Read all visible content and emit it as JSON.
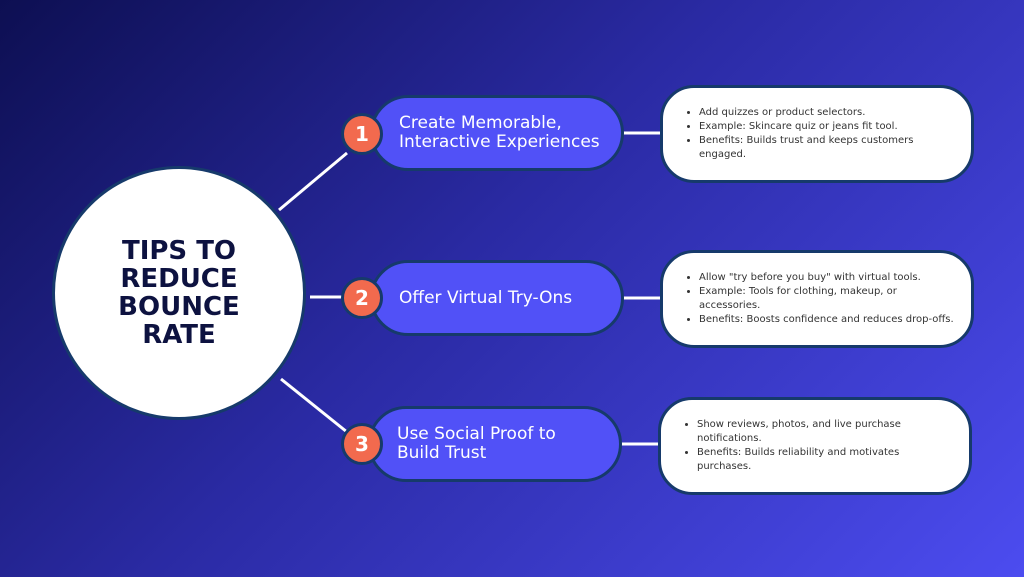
{
  "colors": {
    "background_start": "#0d0f52",
    "background_end": "#4c4cf0",
    "pill": "#5151f7",
    "badge": "#f26a4e",
    "outline": "#163a6b",
    "connector": "#ffffff"
  },
  "hub": {
    "title": "TIPS TO REDUCE BOUNCE RATE"
  },
  "tips": [
    {
      "number": "1",
      "title": "Create Memorable, Interactive Experiences",
      "bullets": [
        "Add quizzes or product selectors.",
        "Example: Skincare quiz or jeans fit tool.",
        "Benefits: Builds trust and keeps customers engaged."
      ]
    },
    {
      "number": "2",
      "title": "Offer Virtual Try-Ons",
      "bullets": [
        "Allow \"try before you buy\" with virtual tools.",
        "Example: Tools for clothing, makeup, or accessories.",
        "Benefits: Boosts confidence and reduces drop-offs."
      ]
    },
    {
      "number": "3",
      "title": "Use Social Proof to Build Trust",
      "bullets": [
        "Show reviews, photos, and live purchase notifications.",
        "Benefits: Builds reliability and motivates purchases."
      ]
    }
  ]
}
